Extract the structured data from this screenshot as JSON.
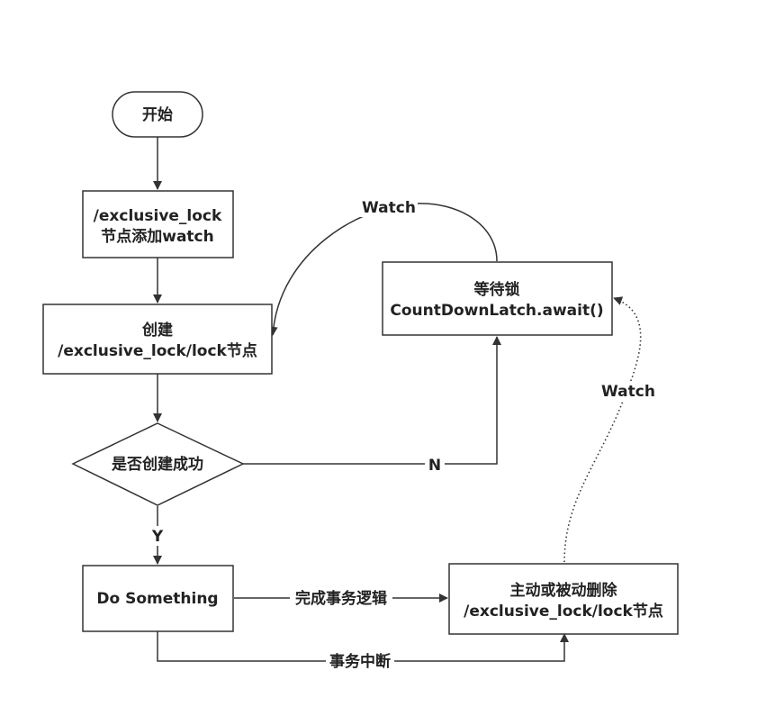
{
  "nodes": {
    "start": {
      "label": "开始"
    },
    "add_watch": {
      "line1": "/exclusive_lock",
      "line2": "节点添加watch"
    },
    "create": {
      "line1": "创建",
      "line2": "/exclusive_lock/lock节点"
    },
    "decision": {
      "label": "是否创建成功"
    },
    "wait": {
      "line1": "等待锁",
      "line2": "CountDownLatch.await()"
    },
    "do_something": {
      "label": "Do Something"
    },
    "delete": {
      "line1": "主动或被动删除",
      "line2": "/exclusive_lock/lock节点"
    }
  },
  "edges": {
    "watch_top": "Watch",
    "no": "N",
    "yes": "Y",
    "done": "完成事务逻辑",
    "interrupt": "事务中断",
    "watch_right": "Watch"
  }
}
